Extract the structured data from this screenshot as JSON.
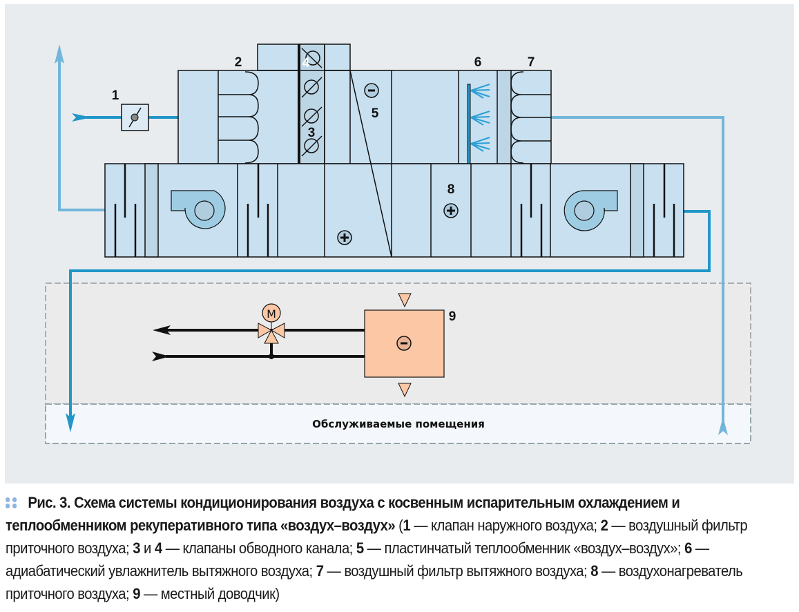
{
  "colors": {
    "background": "#e8ecef",
    "unit_fill": "#c8e0f0",
    "unit_fill_dark": "#bdd6e6",
    "fan_fill": "#9ecde3",
    "fan_hub": "#b0cde0",
    "supply_air": "#2196c9",
    "exhaust_air": "#72b6d9",
    "closer_fill": "#fbc7a4",
    "room_zone": "#ebebeb",
    "room_served": "#f4f8fc",
    "dashed_border": "#a8adb1",
    "caption_bullet": "#8fb4df"
  },
  "labels": {
    "n1": "1",
    "n2": "2",
    "n3": "3",
    "n4": "4",
    "n5": "5",
    "n6": "6",
    "n7": "7",
    "n8": "8",
    "n9": "9",
    "motor": "M",
    "served_rooms": "Обслуживаемые помещения"
  },
  "caption": {
    "fig_label": "Рис. 3.",
    "title": " Схема системы кондиционирования воздуха с косвенным испарительным охлаждением и теплообменником рекуперативного типа «воздух–воздух»",
    "open_paren": " (",
    "legend": [
      {
        "num": "1",
        "text": " — клапан наружного воздуха; "
      },
      {
        "num": "2",
        "text": " — воздушный фильтр приточного воздуха; "
      },
      {
        "num": "3",
        "text": " и "
      },
      {
        "num": "4",
        "text": " — клапаны обводного канала; "
      },
      {
        "num": "5",
        "text": " — пластинчатый теплообменник «воздух–воздух»; "
      },
      {
        "num": "6",
        "text": " — адиабатический увлажнитель вытяжного воздуха; "
      },
      {
        "num": "7",
        "text": " — воздушный фильтр вытяжного воздуха; "
      },
      {
        "num": "8",
        "text": " — воздухонагреватель приточного воздуха; "
      },
      {
        "num": "9",
        "text": " — местный доводчик)"
      }
    ]
  }
}
